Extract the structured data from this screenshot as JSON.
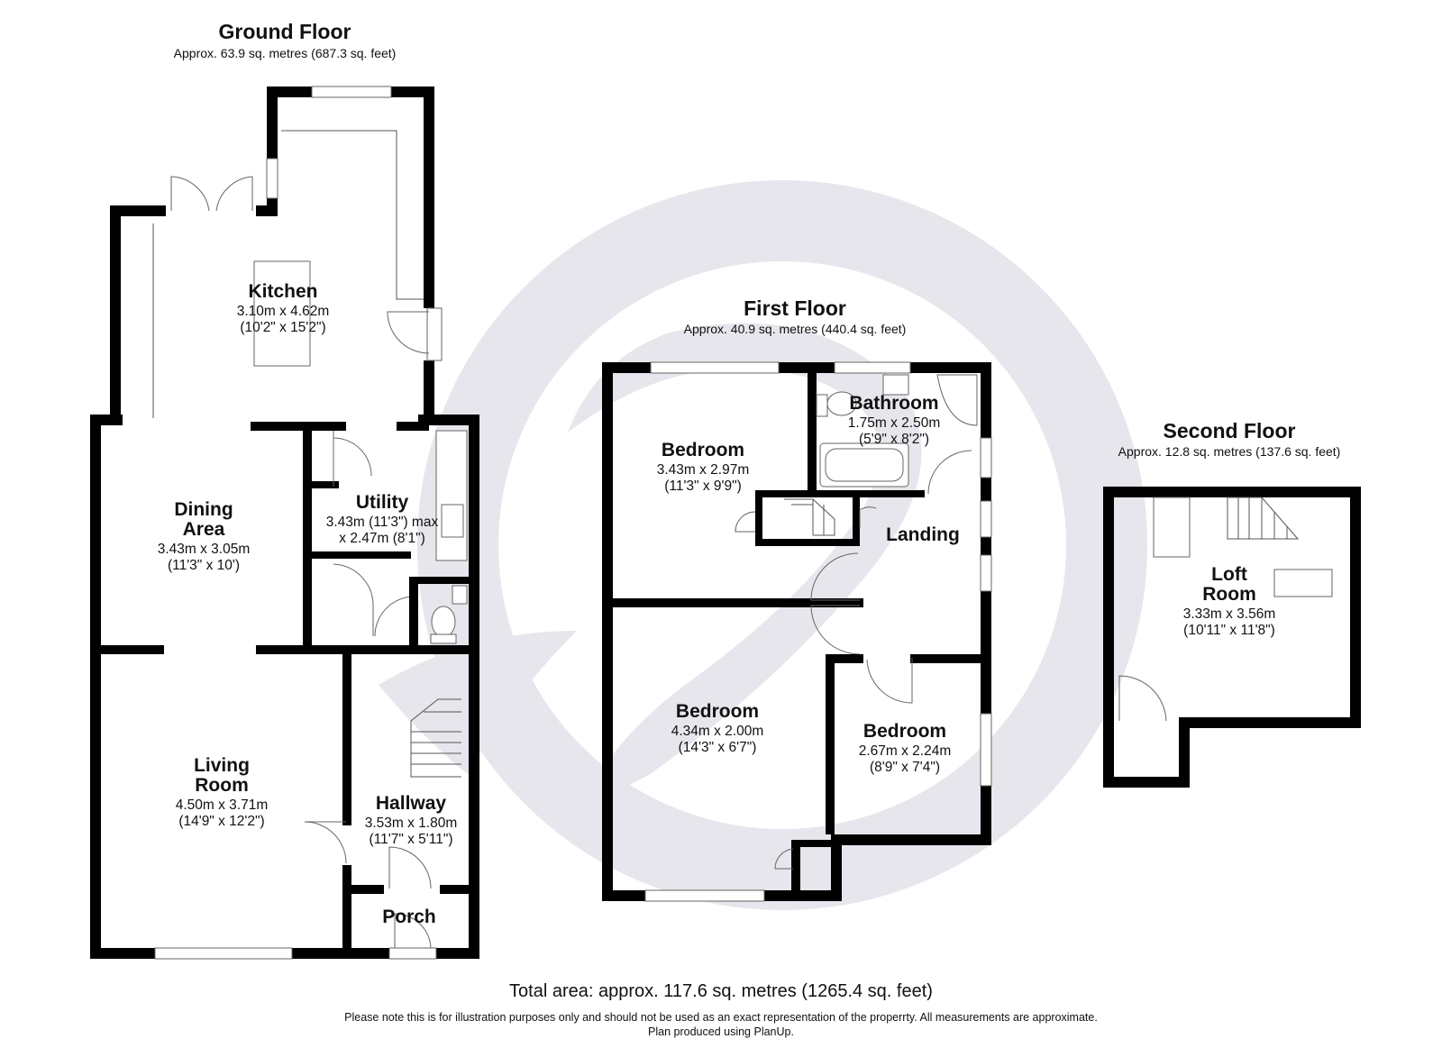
{
  "floors": {
    "ground": {
      "title": "Ground Floor",
      "area": "Approx. 63.9 sq. metres (687.3 sq. feet)",
      "rooms": {
        "kitchen": {
          "name": "Kitchen",
          "dim_m": "3.10m x 4.62m",
          "dim_ft": "(10'2\" x 15'2\")"
        },
        "dining": {
          "name_line1": "Dining",
          "name_line2": "Area",
          "dim_m": "3.43m x 3.05m",
          "dim_ft": "(11'3\" x 10')"
        },
        "utility": {
          "name": "Utility",
          "dim_m": "3.43m (11'3\") max",
          "dim_ft": "x 2.47m (8'1\")"
        },
        "living": {
          "name_line1": "Living",
          "name_line2": "Room",
          "dim_m": "4.50m x 3.71m",
          "dim_ft": "(14'9\" x 12'2\")"
        },
        "hallway": {
          "name": "Hallway",
          "dim_m": "3.53m x 1.80m",
          "dim_ft": "(11'7\" x 5'11\")"
        },
        "porch": {
          "name": "Porch"
        }
      }
    },
    "first": {
      "title": "First Floor",
      "area": "Approx. 40.9 sq. metres (440.4 sq. feet)",
      "rooms": {
        "bedroom1": {
          "name": "Bedroom",
          "dim_m": "3.43m x 2.97m",
          "dim_ft": "(11'3\" x 9'9\")"
        },
        "bathroom": {
          "name": "Bathroom",
          "dim_m": "1.75m x 2.50m",
          "dim_ft": "(5'9\" x 8'2\")"
        },
        "landing": {
          "name": "Landing"
        },
        "bedroom2": {
          "name": "Bedroom",
          "dim_m": "4.34m x 2.00m",
          "dim_ft": "(14'3\" x 6'7\")"
        },
        "bedroom3": {
          "name": "Bedroom",
          "dim_m": "2.67m x 2.24m",
          "dim_ft": "(8'9\" x 7'4\")"
        }
      }
    },
    "second": {
      "title": "Second Floor",
      "area": "Approx. 12.8 sq. metres (137.6 sq. feet)",
      "rooms": {
        "loft": {
          "name_line1": "Loft",
          "name_line2": "Room",
          "dim_m": "3.33m x 3.56m",
          "dim_ft": "(10'11\" x 11'8\")"
        }
      }
    }
  },
  "footer": {
    "total": "Total area: approx. 117.6 sq. metres (1265.4 sq. feet)",
    "disclaimer": "Please note this is for illustration purposes only and should not be used as an exact representation of the properrty. All measurements are approximate.",
    "credit": "Plan produced using PlanUp."
  },
  "colors": {
    "walls": "#000000",
    "watermark": "#e6e6ec"
  },
  "icons": [
    "watermark-logo-icon",
    "door-swing-icon",
    "window-icon",
    "staircase-icon",
    "sink-icon",
    "toilet-icon",
    "bath-icon",
    "shower-icon"
  ]
}
